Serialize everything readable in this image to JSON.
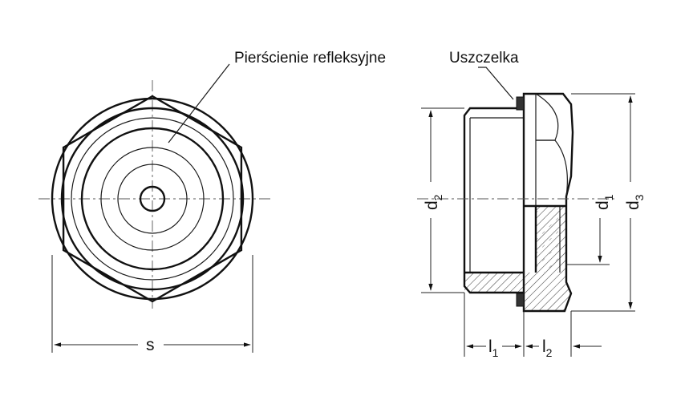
{
  "labels": {
    "reflective_rings": "Pierścienie refleksyjne",
    "seal": "Uszczelka"
  },
  "dimensions": {
    "s": "s",
    "d2": {
      "base": "d",
      "sub": "2"
    },
    "d1": {
      "base": "d",
      "sub": "1"
    },
    "d3": {
      "base": "d",
      "sub": "3"
    },
    "l1": {
      "base": "l",
      "sub": "1"
    },
    "l2": {
      "base": "l",
      "sub": "2"
    }
  },
  "colors": {
    "line": "#111111",
    "hatch": "#444444",
    "background": "#ffffff"
  }
}
